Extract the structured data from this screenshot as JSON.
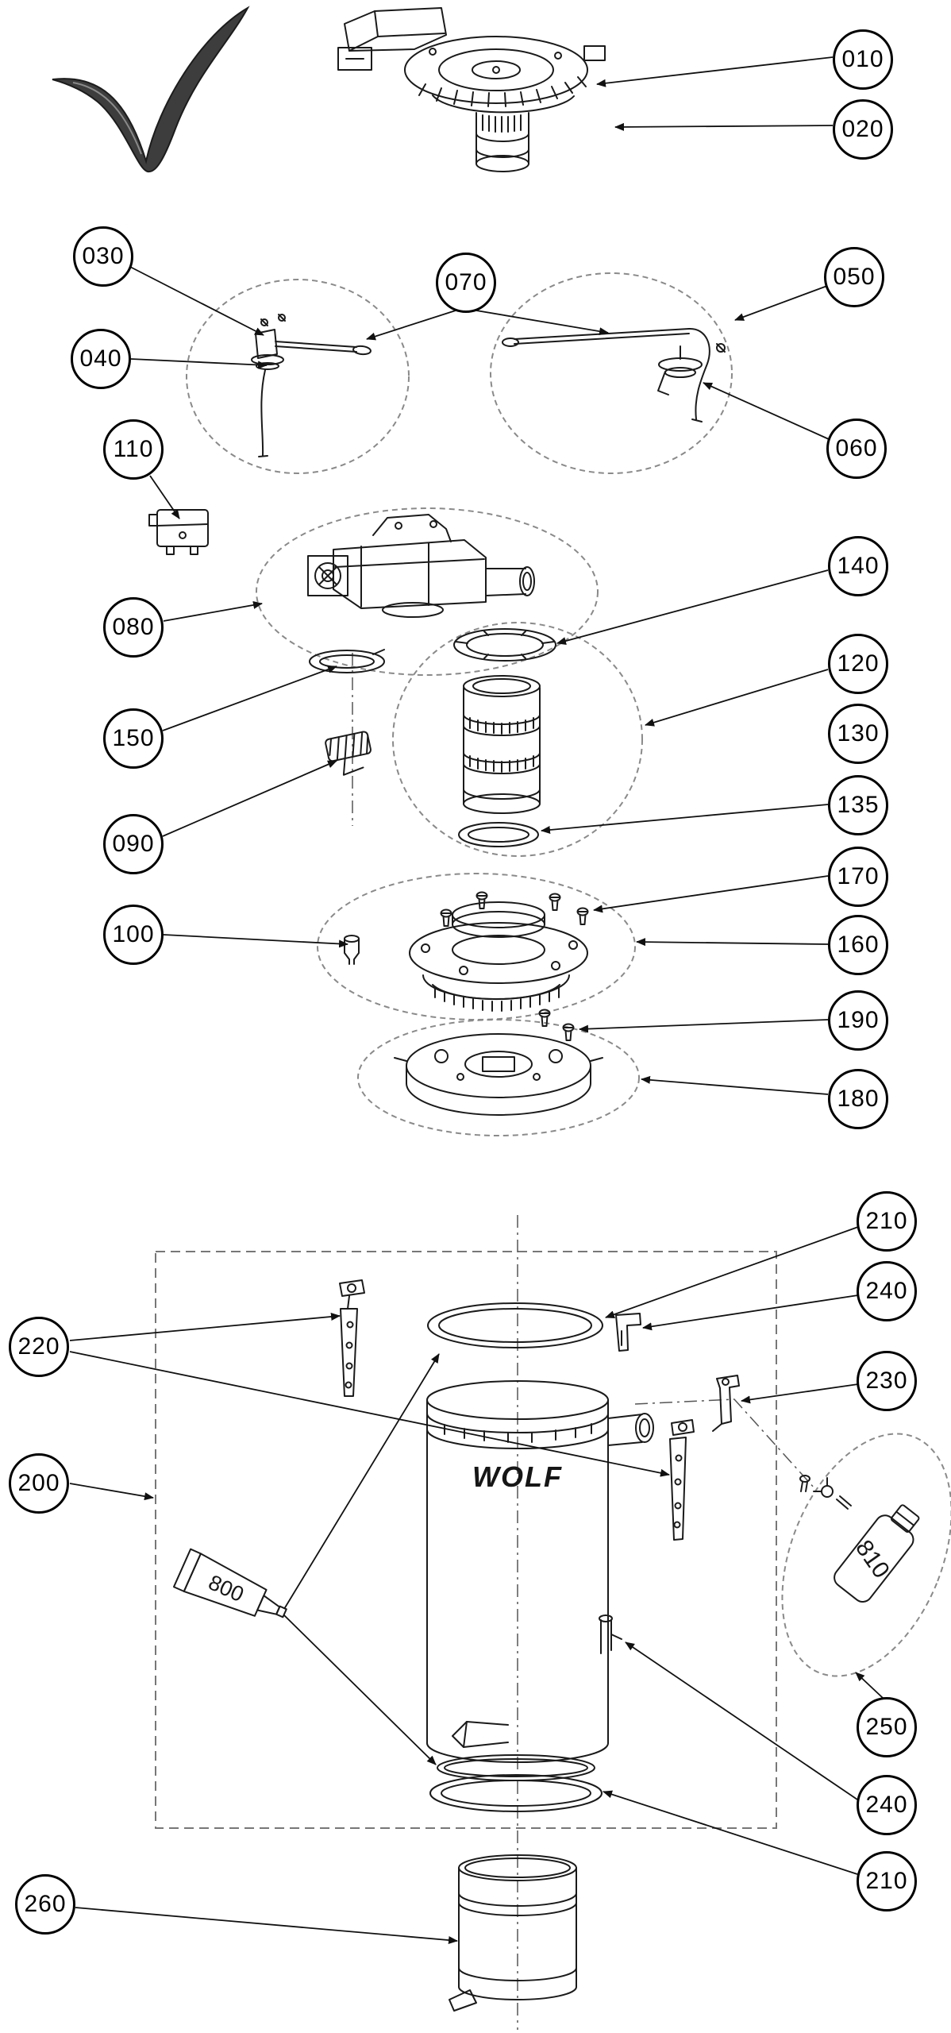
{
  "diagram": {
    "type": "exploded-parts-diagram",
    "brand_logo_text": "WOLF",
    "colors": {
      "line_art": "#1a1a1a",
      "leader_line": "#111111",
      "dashed_outline": "#8a8a8a",
      "callout_border": "#000000",
      "callout_fill": "#ffffff",
      "page_background": "#ffffff",
      "logo_check_fill": "#3d3d3d"
    },
    "inline_labels": {
      "grease_tube": "800",
      "bottle": "810"
    },
    "callouts": [
      {
        "label": "010"
      },
      {
        "label": "020"
      },
      {
        "label": "030"
      },
      {
        "label": "040"
      },
      {
        "label": "070"
      },
      {
        "label": "050"
      },
      {
        "label": "060"
      },
      {
        "label": "110"
      },
      {
        "label": "140"
      },
      {
        "label": "080"
      },
      {
        "label": "120"
      },
      {
        "label": "150"
      },
      {
        "label": "130"
      },
      {
        "label": "135"
      },
      {
        "label": "090"
      },
      {
        "label": "170"
      },
      {
        "label": "100"
      },
      {
        "label": "160"
      },
      {
        "label": "190"
      },
      {
        "label": "180"
      },
      {
        "label": "210"
      },
      {
        "label": "240"
      },
      {
        "label": "230"
      },
      {
        "label": "220"
      },
      {
        "label": "200"
      },
      {
        "label": "250"
      },
      {
        "label": "240"
      },
      {
        "label": "210"
      },
      {
        "label": "260"
      }
    ]
  }
}
